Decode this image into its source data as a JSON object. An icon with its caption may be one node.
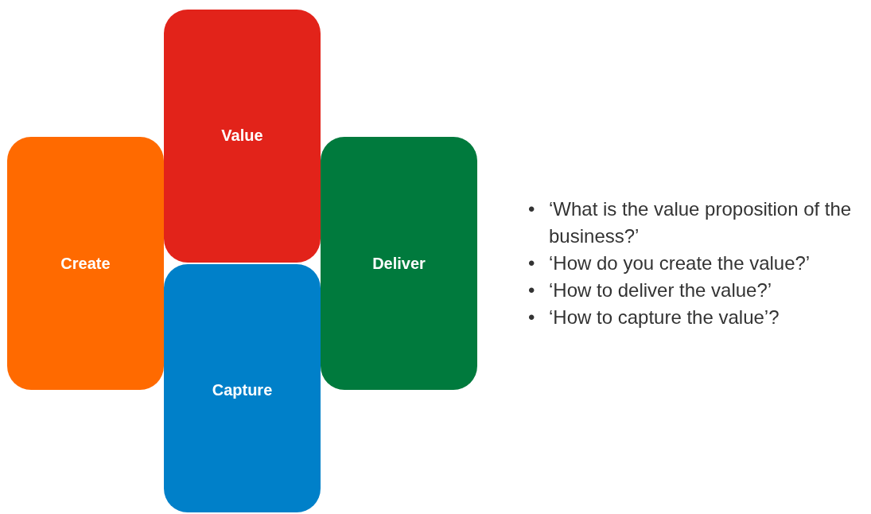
{
  "diagram": {
    "nodes": [
      {
        "text": [
          "Value"
        ]
      },
      {
        "text": [
          "Create"
        ]
      },
      {
        "text": [
          "Deliver"
        ]
      },
      {
        "text": [
          "Capture"
        ]
      }
    ],
    "labels": [
      "•",
      "‘What is the value proposition of the business?’",
      "•",
      "‘How do you create the value?’",
      "•",
      "‘How to deliver the value?’",
      "•",
      "‘How to capture the value’?"
    ]
  }
}
